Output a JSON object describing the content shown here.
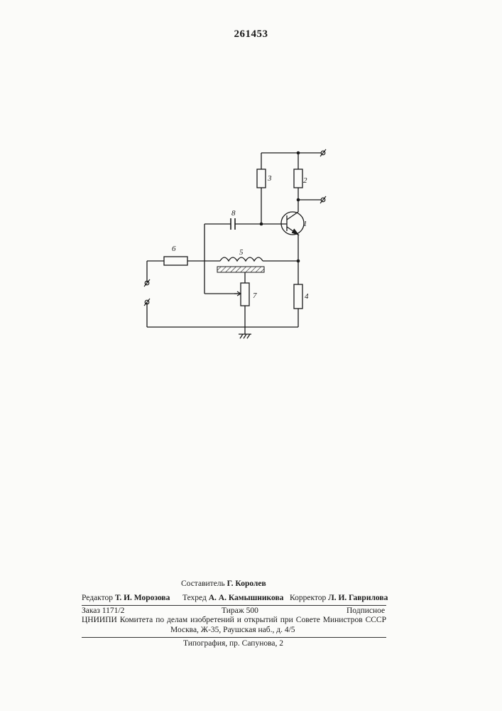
{
  "patent_number": "261453",
  "schematic_labels": {
    "transistor": "1",
    "collector_resistor": "2",
    "base_resistor": "3",
    "emitter_resistor": "4",
    "inductor": "5",
    "input_resistor": "6",
    "potentiometer": "7",
    "capacitor": "8"
  },
  "footer": {
    "compiler_role": "Составитель",
    "compiler_name": "Г. Королев",
    "editor_role": "Редактор",
    "editor_name": "Т. И. Морозова",
    "techeditor_role": "Техред",
    "techeditor_name": "А. А. Камышникова",
    "corrector_role": "Корректор",
    "corrector_name": "Л. И. Гаврилова",
    "order": "Заказ 1171/2",
    "circulation": "Тираж 500",
    "subscription": "Подписное",
    "institute": "ЦНИИПИ Комитета по делам изобретений и открытий при Совете Министров СССР",
    "address": "Москва, Ж-35, Раушская наб., д. 4/5",
    "printer": "Типография, пр. Сапунова, 2"
  }
}
